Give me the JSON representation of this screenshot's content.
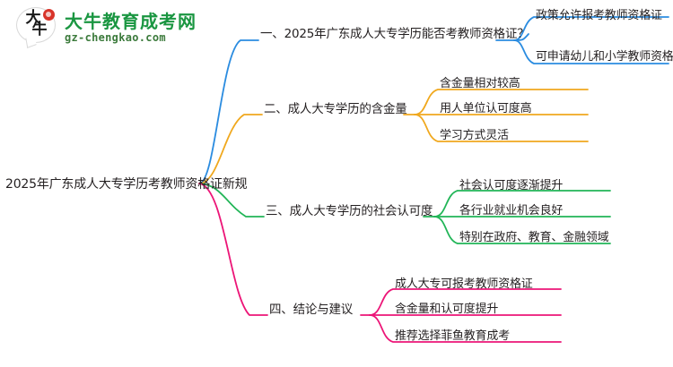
{
  "logo": {
    "mark_char_top": "大",
    "mark_char_bottom": "牛",
    "title": "大牛教育成考网",
    "subtitle": "gz-chengkao.com",
    "title_color": "#1a9641",
    "accent_color": "#d8342a"
  },
  "mindmap": {
    "root": {
      "label": "2025年广东成人大专学历考教师资格证新规"
    },
    "branches": [
      {
        "index": 1,
        "label": "一、2025年广东成人大专学历能否考教师资格证？",
        "color": "#2b8ce0",
        "leaves": [
          "政策允许报考教师资格证",
          "可申请幼儿和小学教师资格证"
        ]
      },
      {
        "index": 2,
        "label": "二、成人大专学历的含金量",
        "color": "#f0a81e",
        "leaves": [
          "含金量相对较高",
          "用人单位认可度高",
          "学习方式灵活"
        ]
      },
      {
        "index": 3,
        "label": "三、成人大专学历的社会认可度",
        "color": "#21b557",
        "leaves": [
          "社会认可度逐渐提升",
          "各行业就业机会良好",
          "特别在政府、教育、金融领域"
        ]
      },
      {
        "index": 4,
        "label": "四、结论与建议",
        "color": "#ec1577",
        "leaves": [
          "成人大专可报考教师资格证",
          "含金量和认可度提升",
          "推荐选择菲鱼教育成考"
        ]
      }
    ]
  }
}
